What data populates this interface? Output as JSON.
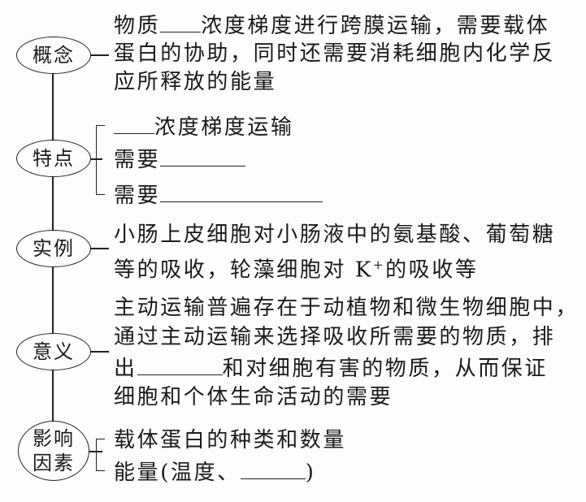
{
  "concept": {
    "label": "概念",
    "line1_pre": "物质",
    "line1_post": "浓度梯度进行跨膜运输，需要载体",
    "line2": "蛋白的协助，同时还需要消耗细胞内化学反",
    "line3": "应所释放的能量"
  },
  "features": {
    "label": "特点",
    "item1": "浓度梯度运输",
    "item2": "需要",
    "item3": "需要"
  },
  "examples": {
    "label": "实例",
    "line1": "小肠上皮细胞对小肠液中的氨基酸、葡萄糖",
    "line2_pre": "等的吸收，轮藻细胞对 K",
    "line2_sup": "+",
    "line2_post": "的吸收等"
  },
  "significance": {
    "label": "意义",
    "line1": "主动运输普遍存在于动植物和微生物细胞中，",
    "line2": "通过主动运输来选择吸收所需要的物质，排",
    "line3_pre": "出",
    "line3_post": "和对细胞有害的物质，从而保证",
    "line4": "细胞和个体生命活动的需要"
  },
  "factors": {
    "label_line1": "影响",
    "label_line2": "因素",
    "item1": "载体蛋白的种类和数量",
    "item2_pre": "能量(温度、",
    "item2_post": ")"
  }
}
